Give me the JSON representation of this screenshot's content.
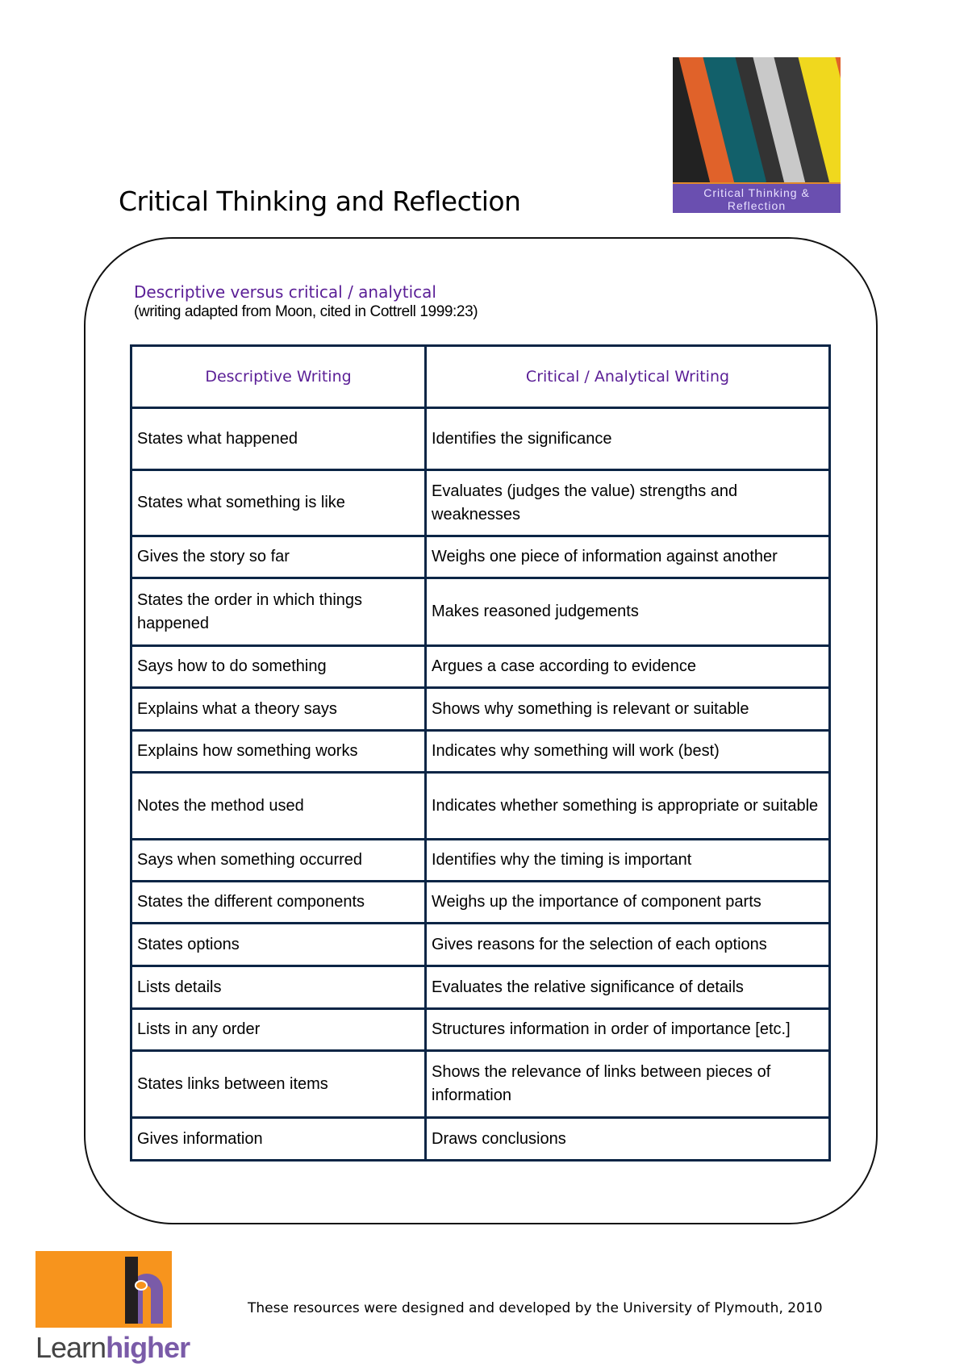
{
  "header": {
    "title": "Critical Thinking and Reflection",
    "cover_text": "Critical Thinking & Reflection"
  },
  "section": {
    "heading": "Descriptive versus critical / analytical",
    "source": "(writing adapted from Moon, cited in Cottrell 1999:23)"
  },
  "table": {
    "headers": [
      "Descriptive Writing",
      "Critical / Analytical Writing"
    ],
    "rows": [
      [
        "States what happened",
        "Identifies the significance"
      ],
      [
        "States what something is like",
        "Evaluates (judges the value) strengths and weaknesses"
      ],
      [
        "Gives the story so far",
        "Weighs one piece of information against another"
      ],
      [
        "States the order in which things happened",
        "Makes reasoned judgements"
      ],
      [
        "Says how to do something",
        "Argues a case according to evidence"
      ],
      [
        "Explains what a theory says",
        "Shows why something is relevant or suitable"
      ],
      [
        "Explains how something works",
        "Indicates why something will work (best)"
      ],
      [
        "Notes the method used",
        "Indicates whether something is appropriate or suitable"
      ],
      [
        "Says when something occurred",
        "Identifies why the timing is important"
      ],
      [
        "States the different components",
        "Weighs up the importance of component parts"
      ],
      [
        "States options",
        "Gives reasons for the selection of each options"
      ],
      [
        "Lists details",
        "Evaluates the relative significance of details"
      ],
      [
        "Lists in any order",
        "Structures information in order of importance [etc.]"
      ],
      [
        "States links between items",
        "Shows the relevance of links between pieces of information"
      ],
      [
        "Gives information",
        "Draws conclusions"
      ]
    ]
  },
  "footer": {
    "credit": "These resources were designed and developed by the University of Plymouth, 2010",
    "logo_text_1": "Learn",
    "logo_text_2": "higher"
  },
  "colors": {
    "accent": "#5a1e96",
    "table_border": "#0b2545",
    "logo_orange": "#f7941d",
    "logo_purple": "#7a5ba8"
  }
}
